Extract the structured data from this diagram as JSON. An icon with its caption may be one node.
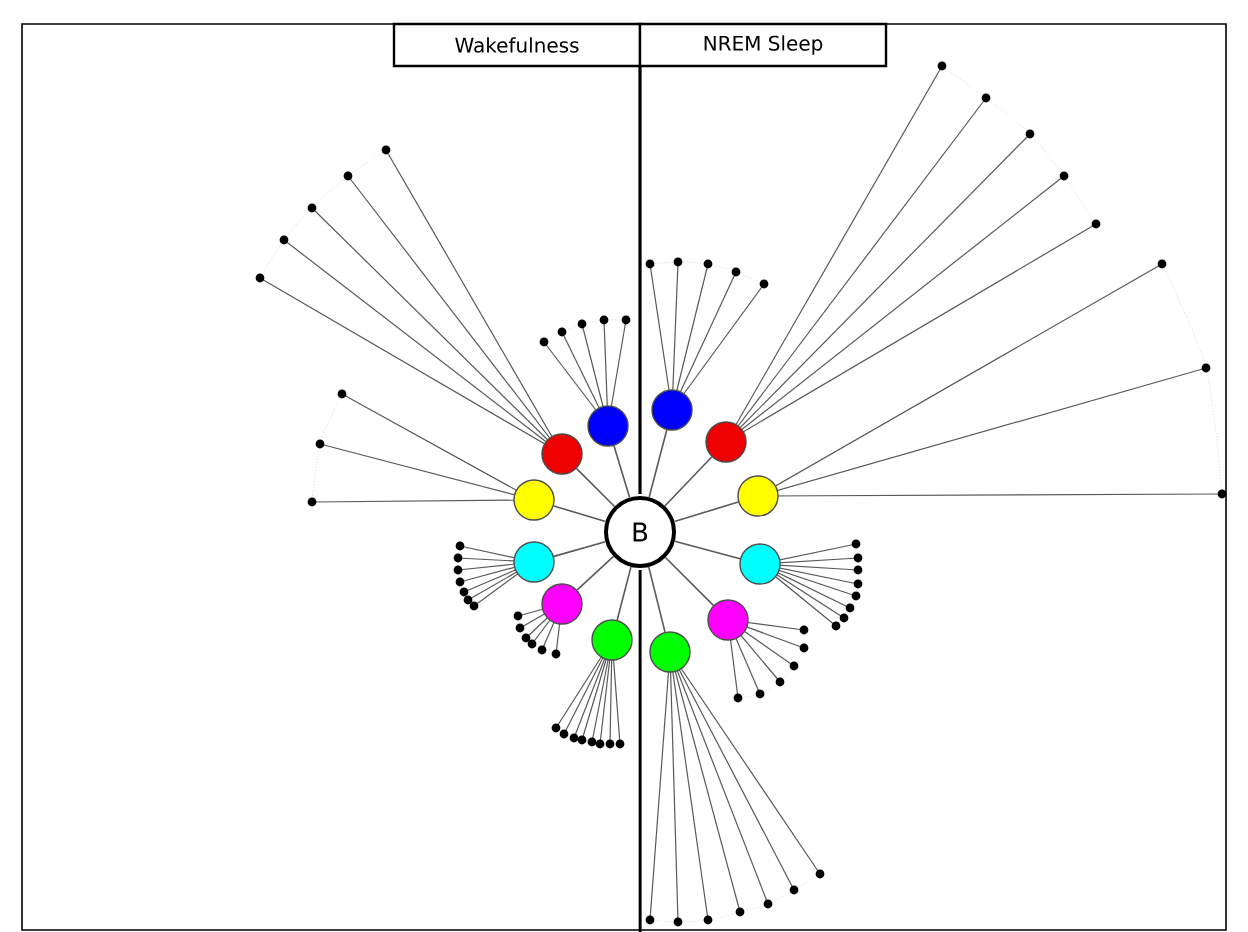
{
  "diagram": {
    "nodes": [
      {
        "text": [
          "Wakefulness"
        ]
      },
      {
        "text": [
          "NREM Sleep"
        ]
      },
      {
        "text": [
          "B"
        ]
      },
      {
        "text": [],
        "shape": "circle"
      },
      {
        "text": [],
        "shape": "circle"
      },
      {
        "text": [],
        "shape": "circle"
      },
      {
        "text": [],
        "shape": "circle"
      },
      {
        "text": [],
        "shape": "circle"
      },
      {
        "text": [],
        "shape": "circle"
      },
      {
        "text": [],
        "shape": "circle"
      },
      {
        "text": [],
        "shape": "circle"
      },
      {
        "text": [],
        "shape": "circle"
      },
      {
        "text": [],
        "shape": "circle"
      },
      {
        "text": [],
        "shape": "circle"
      },
      {
        "text": [],
        "shape": "circle"
      }
    ],
    "edges": [
      {
        "from": 2,
        "to": 3,
        "arrow": "none"
      },
      {
        "from": 2,
        "to": 4,
        "arrow": "none"
      },
      {
        "from": 2,
        "to": 5,
        "arrow": "none"
      },
      {
        "from": 2,
        "to": 6,
        "arrow": "none"
      },
      {
        "from": 2,
        "to": 7,
        "arrow": "none"
      },
      {
        "from": 2,
        "to": 8,
        "arrow": "none"
      },
      {
        "from": 2,
        "to": 9,
        "arrow": "none"
      },
      {
        "from": 2,
        "to": 10,
        "arrow": "none"
      },
      {
        "from": 2,
        "to": 11,
        "arrow": "none"
      },
      {
        "from": 2,
        "to": 12,
        "arrow": "none"
      },
      {
        "from": 2,
        "to": 13,
        "arrow": "none"
      },
      {
        "from": 2,
        "to": 14,
        "arrow": "none"
      }
    ]
  }
}
